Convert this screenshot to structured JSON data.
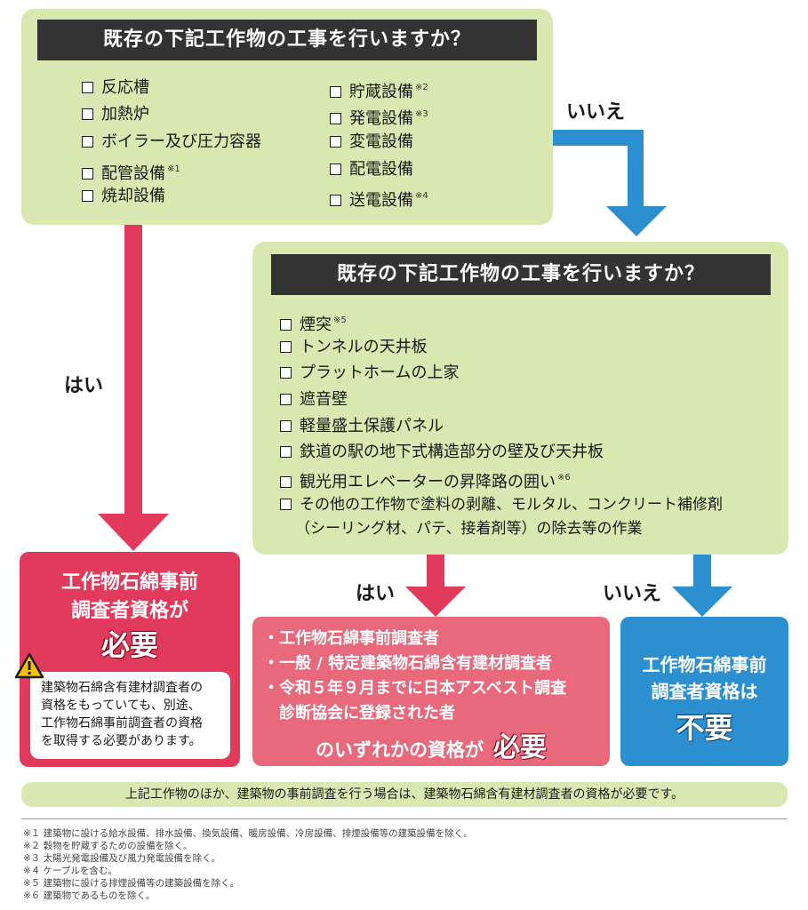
{
  "top_panel": {
    "question": "既存の下記工作物の工事を行いますか？",
    "left_items": [
      {
        "label": "反応槽",
        "note": ""
      },
      {
        "label": "加熱炉",
        "note": ""
      },
      {
        "label": "ボイラー及び圧力容器",
        "note": ""
      },
      {
        "label": "配管設備",
        "note": "※1"
      },
      {
        "label": "焼却設備",
        "note": ""
      }
    ],
    "right_items": [
      {
        "label": "貯蔵設備",
        "note": "※2"
      },
      {
        "label": "発電設備",
        "note": "※3"
      },
      {
        "label": "変電設備",
        "note": ""
      },
      {
        "label": "配電設備",
        "note": ""
      },
      {
        "label": "送電設備",
        "note": "※4"
      }
    ]
  },
  "second_panel": {
    "question": "既存の下記工作物の工事を行いますか？",
    "items": [
      {
        "label": "煙突",
        "note": "※5"
      },
      {
        "label": "トンネルの天井板",
        "note": ""
      },
      {
        "label": "プラットホームの上家",
        "note": ""
      },
      {
        "label": "遮音壁",
        "note": ""
      },
      {
        "label": "軽量盛土保護パネル",
        "note": ""
      },
      {
        "label": "鉄道の駅の地下式構造部分の壁及び天井板",
        "note": ""
      },
      {
        "label": "観光用エレベーターの昇降路の囲い",
        "note": "※6"
      },
      {
        "label": "その他の工作物で塗料の剥離、モルタル、コンクリート補修剤",
        "note": ""
      }
    ],
    "last_item_line2": "（シーリング材、パテ、接着剤等）の除去等の作業"
  },
  "labels": {
    "no_top": "いいえ",
    "yes_left": "はい",
    "yes_mid": "はい",
    "no_right": "いいえ"
  },
  "result_required": {
    "line1": "工作物石綿事前",
    "line2": "調査者資格が",
    "emphasis": "必要",
    "warning_text": [
      "建築物石綿含有建材調査者の",
      "資格をもっていても、別途、",
      "工作物石綿事前調査者の資格",
      "を取得する必要があります。"
    ]
  },
  "result_any": {
    "bullets": [
      "工作物石綿事前調査者",
      "一般 / 特定建築物石綿含有建材調査者",
      "令和５年９月までに日本アスベスト調査"
    ],
    "bullet3_line2": "診断協会に登録された者",
    "closing": "のいずれかの資格が",
    "emphasis": "必要"
  },
  "result_not_required": {
    "line1": "工作物石綿事前",
    "line2": "調査者資格は",
    "emphasis": "不要"
  },
  "footer_note": "上記工作物のほか、建築物の事前調査を行う場合は、建築物石綿含有建材調査者の資格が必要です。",
  "footnotes": [
    "※１  建築物に設ける給水設備、排水設備、換気設備、暖房設備、冷房設備、排煙設備等の建築設備を除く。",
    "※２  穀物を貯蔵するための設備を除く。",
    "※３  太陽光発電設備及び風力発電設備を除く。",
    "※４  ケーブルを含む。",
    "※５  建築物に設ける排煙設備等の建築設備を除く。",
    "※６  建築物であるものを除く。"
  ],
  "colors": {
    "panel_green": "#d9e8b0",
    "question_bar": "#333333",
    "red": "#e23a5c",
    "pink": "#e8687c",
    "blue": "#2c8fd0",
    "warning_yellow": "#f2c200"
  },
  "icons": {
    "warning": "warning-icon"
  }
}
